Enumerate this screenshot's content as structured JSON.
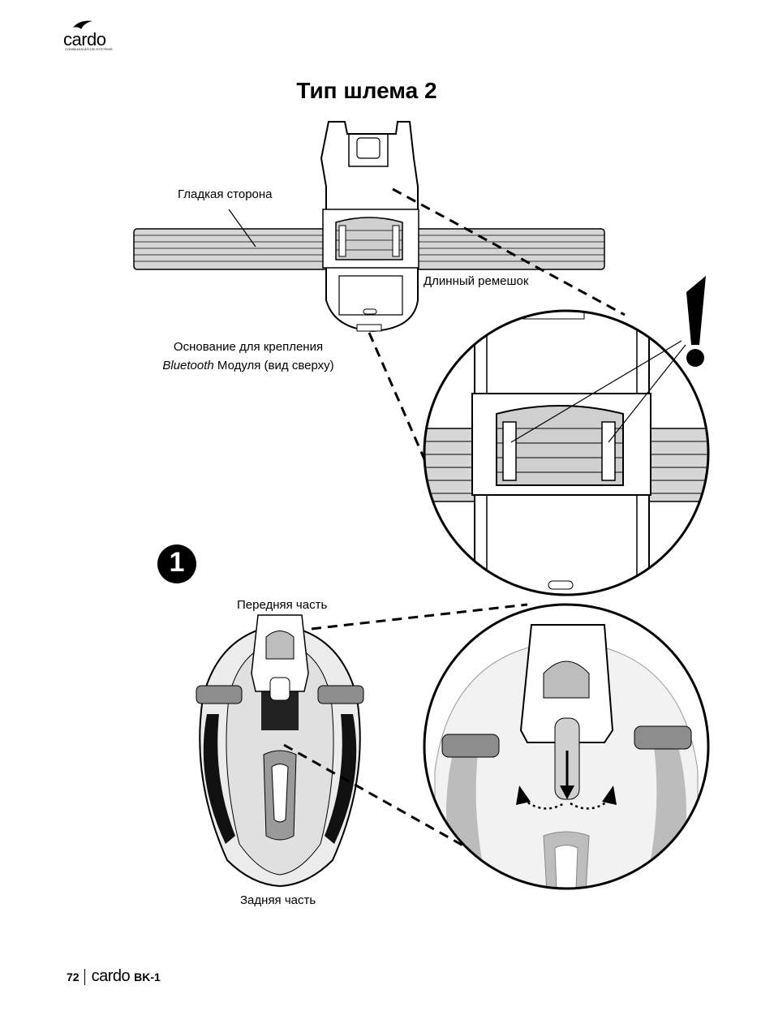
{
  "logo": {
    "word": "cardo",
    "tagline": "COMMUNICATION SYSTEMS",
    "icon": "cardo-bird-icon"
  },
  "title": "Тип шлема 2",
  "labels": {
    "smooth_side": "Гладкая сторона",
    "long_strap": "Длинный ремешок",
    "base_line1": "Основание для крепления",
    "base_line2_italic": "Bluetooth",
    "base_line2_rest": " Модуля (вид сверху)",
    "front": "Передняя часть",
    "back": "Задняя часть"
  },
  "step": {
    "number": "1"
  },
  "warning_icon": "exclamation-icon",
  "footer": {
    "page": "72",
    "brand": "cardo",
    "model": "BK-1"
  }
}
